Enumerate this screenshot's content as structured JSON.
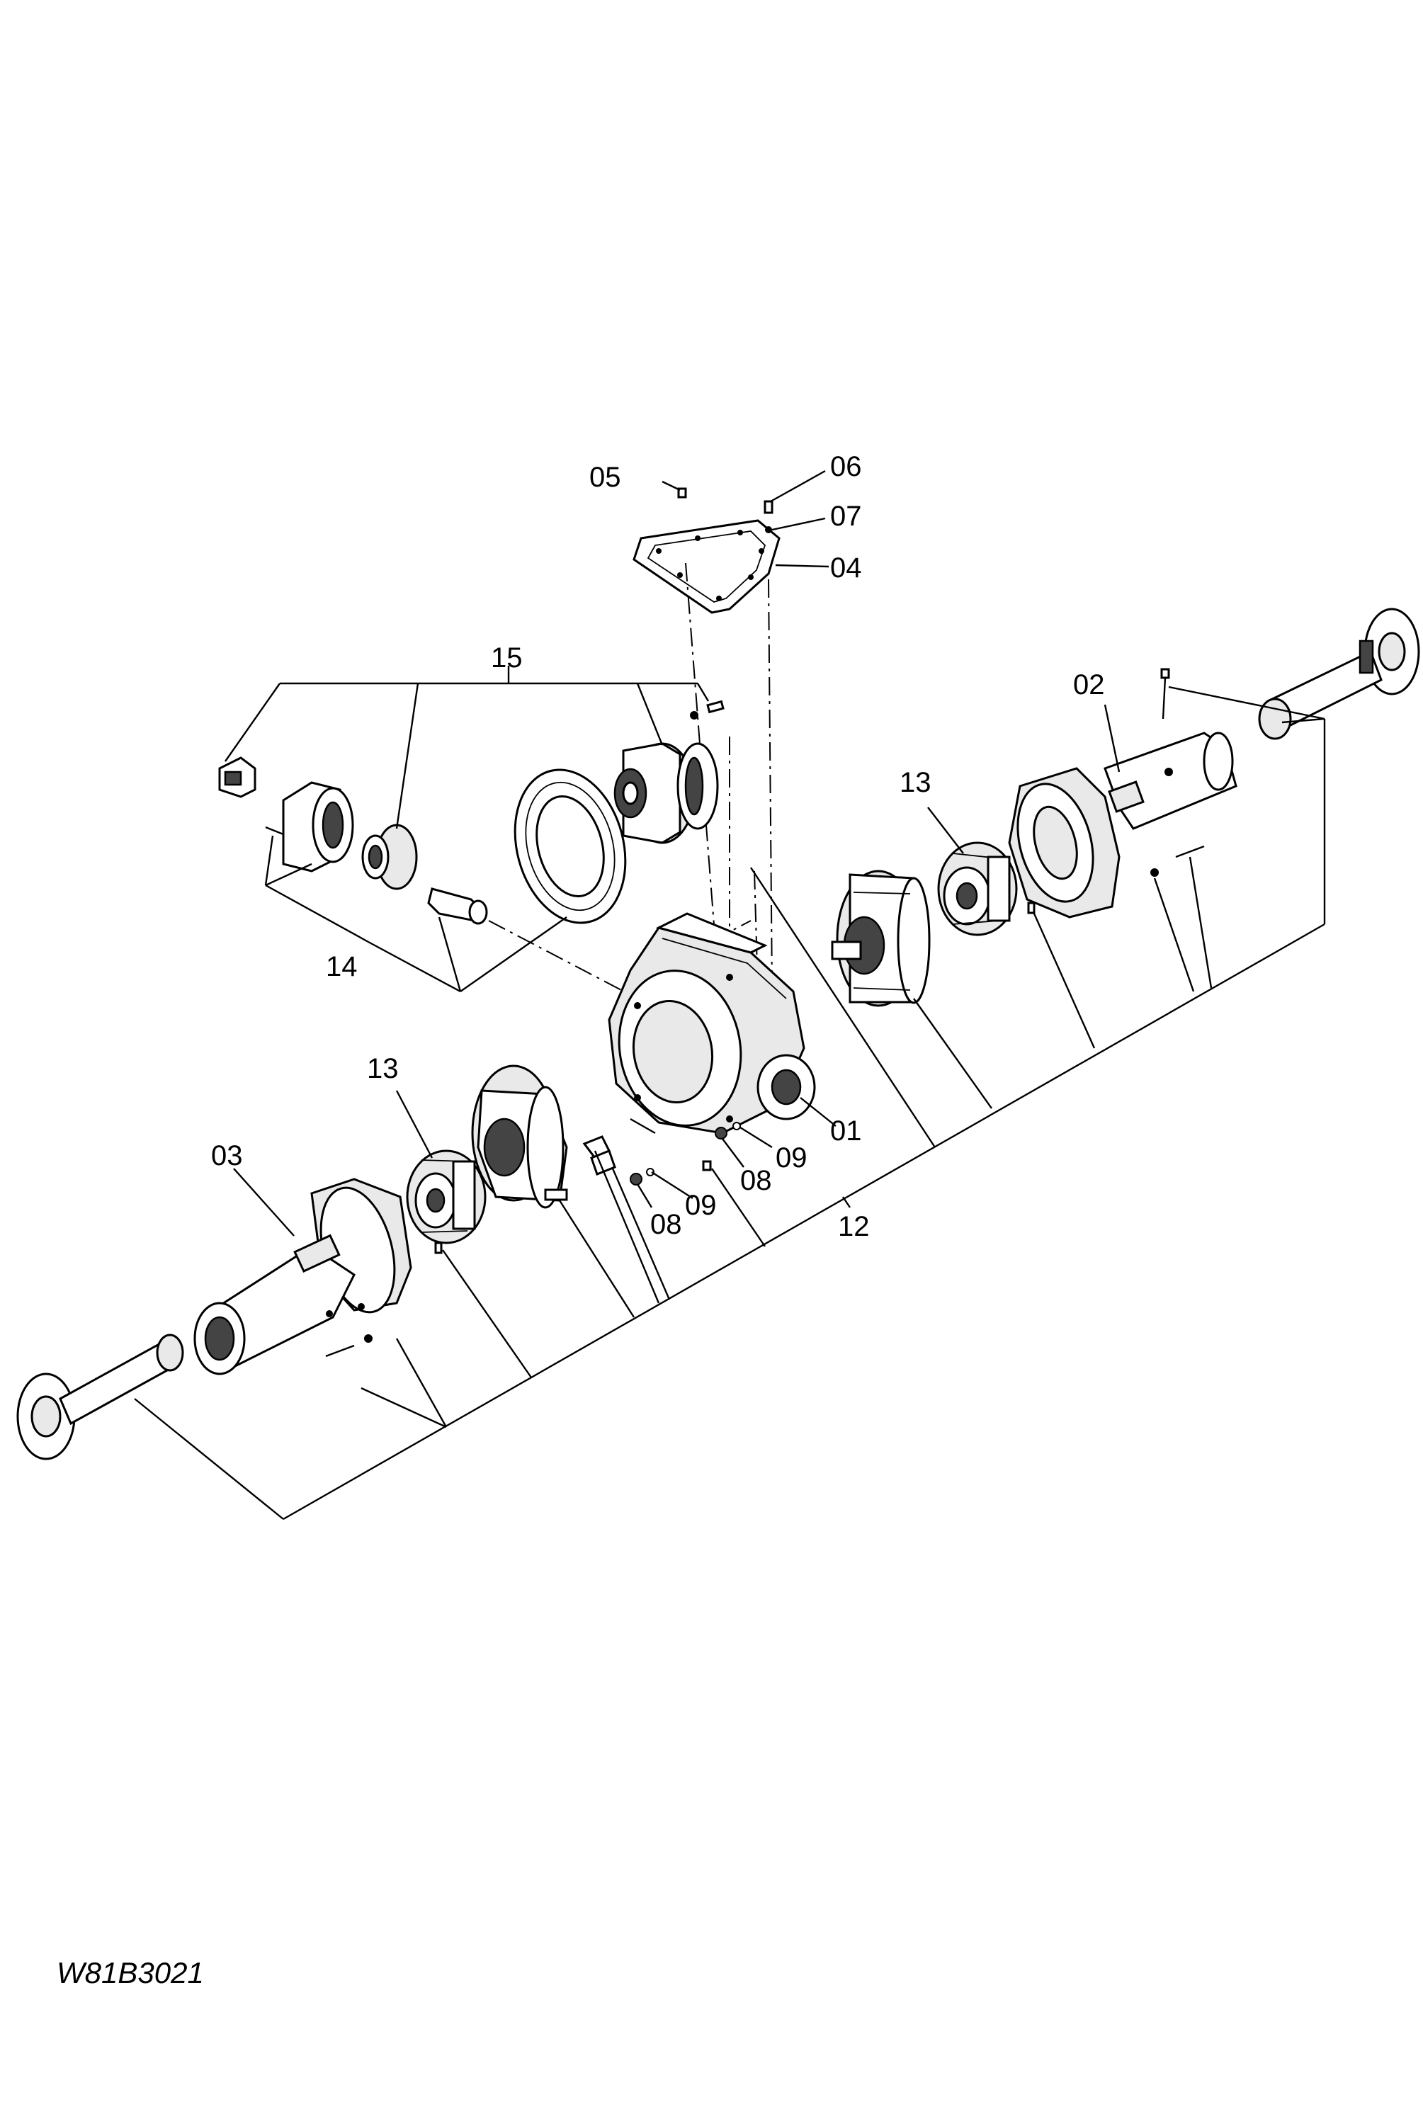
{
  "figure_id": "W81B3021",
  "callouts": {
    "c01": "01",
    "c02": "02",
    "c03": "03",
    "c04": "04",
    "c05": "05",
    "c06": "06",
    "c07": "07",
    "c08a": "08",
    "c08b": "08",
    "c09a": "09",
    "c09b": "09",
    "c12": "12",
    "c13a": "13",
    "c13b": "13",
    "c14": "14",
    "c15": "15"
  },
  "icons": {
    "center-housing": "center-housing-drawing",
    "right-axle-housing": "axle-housing-drawing",
    "left-axle-housing": "axle-housing-drawing",
    "cover-plate": "cover-plate-drawing",
    "planetary-carrier": "planetary-gear-drawing",
    "brake-pack": "brake-disc-drawing",
    "axle-shaft": "axle-shaft-drawing",
    "differential": "differential-drawing",
    "ring-gear": "ring-gear-drawing",
    "pinion": "pinion-drawing"
  }
}
